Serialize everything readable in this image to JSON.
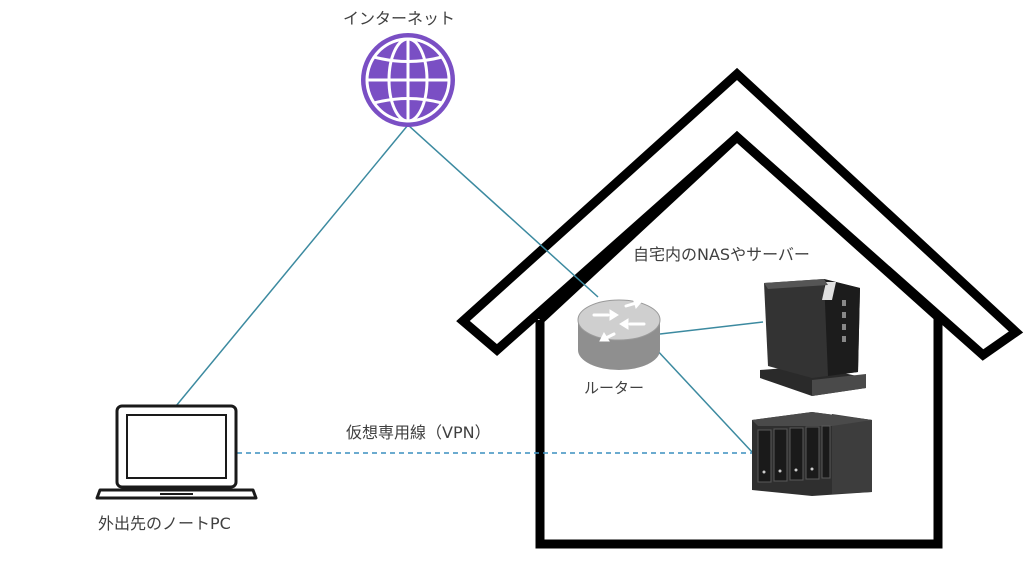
{
  "labels": {
    "internet": "インターネット",
    "home_servers": "自宅内のNASやサーバー",
    "router": "ルーター",
    "vpn": "仮想専用線（VPN）",
    "laptop": "外出先のノートPC"
  },
  "icons": {
    "internet": "globe-icon",
    "router": "router-icon",
    "server": "mini-pc-server-icon",
    "nas": "nas-icon",
    "laptop": "laptop-icon",
    "house": "house-outline"
  },
  "colors": {
    "connection_line": "#3c8aa0",
    "vpn_line": "#3a8fbf",
    "globe": "#7a4fc4",
    "house_outline": "#000000",
    "text": "#404040"
  }
}
